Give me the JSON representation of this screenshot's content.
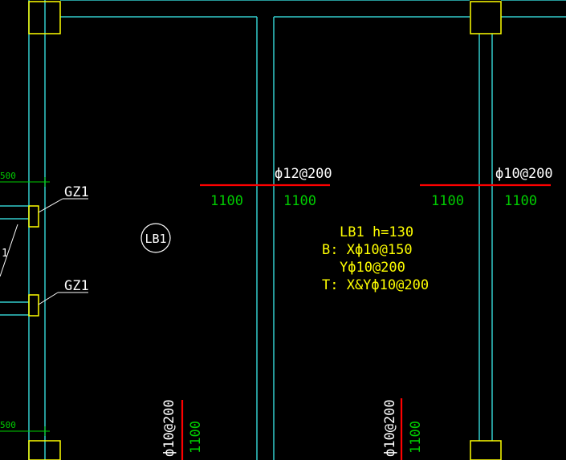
{
  "colors": {
    "background": "#000000",
    "wall": "#33CCCC",
    "column": "#FFFF00",
    "rebar": "#FF0000",
    "dimension": "#00CC00",
    "text": "#FFFFFF",
    "slab_note": "#FFFF00"
  },
  "labels": {
    "gz1_top": "GZ1",
    "gz1_bottom": "GZ1",
    "slab_tag": "LB1",
    "dim_500_top": "500",
    "dim_500_bottom": "500",
    "stray_mark": "1"
  },
  "rebar_top_center": {
    "spec": "ф12@200",
    "left_len": "1100",
    "right_len": "1100"
  },
  "rebar_top_right": {
    "spec": "ф10@200",
    "left_len": "1100",
    "right_len": "1100"
  },
  "rebar_bottom_left": {
    "spec": "ф10@200",
    "len": "1100"
  },
  "rebar_bottom_center": {
    "spec": "ф10@200",
    "len": "1100"
  },
  "slab_note": {
    "line1": "LB1 h=130",
    "line2": "B: Xф10@150",
    "line3": "Yф10@200",
    "line4": "T: X&Yф10@200"
  }
}
